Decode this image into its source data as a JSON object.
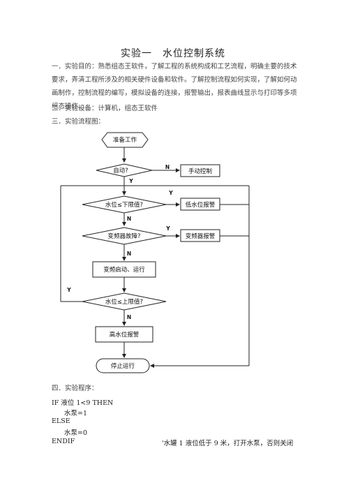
{
  "document": {
    "title": "实验一　水位控制系统",
    "section1": "一．实验目的：熟悉组态王软件，了解工程的系统构成和工艺流程，明确主要的技术要求，弄清工程所涉及的相关硬件设备和软件。了解控制流程如何实现，了解如何动画制作，控制流程的编写，模拟设备的连接，报警输出，报表曲线显示与打印等多项组态操作。",
    "section2": "二．实验设备：计算机，组态王软件",
    "section3": "三．实验流程图：",
    "section4": "四．实验程序：",
    "code": [
      {
        "text": "IF  液位 1<9 THEN",
        "indent": false
      },
      {
        "text": "水泵=1",
        "indent": true
      },
      {
        "text": "ELSE",
        "indent": false
      },
      {
        "text": "水泵=0",
        "indent": true
      },
      {
        "text": "ENDIF",
        "indent": false
      }
    ],
    "code_comment": "'水罐 1 液位低于 9 米，打开水泵，否则关闭"
  },
  "flowchart": {
    "start": "准备工作",
    "auto": "自动?",
    "manual": "手动控制",
    "level_low_check": "水位≤下限值?",
    "low_alarm": "低水位报警",
    "vfd_fault": "变频器故障?",
    "vfd_alarm": "变频器报警",
    "vfd_start": "变频启动、运行",
    "level_high_check": "水位≤上限值?",
    "high_alarm": "高水位报警",
    "stop": "停止运行",
    "yes": "Y",
    "no": "N"
  }
}
